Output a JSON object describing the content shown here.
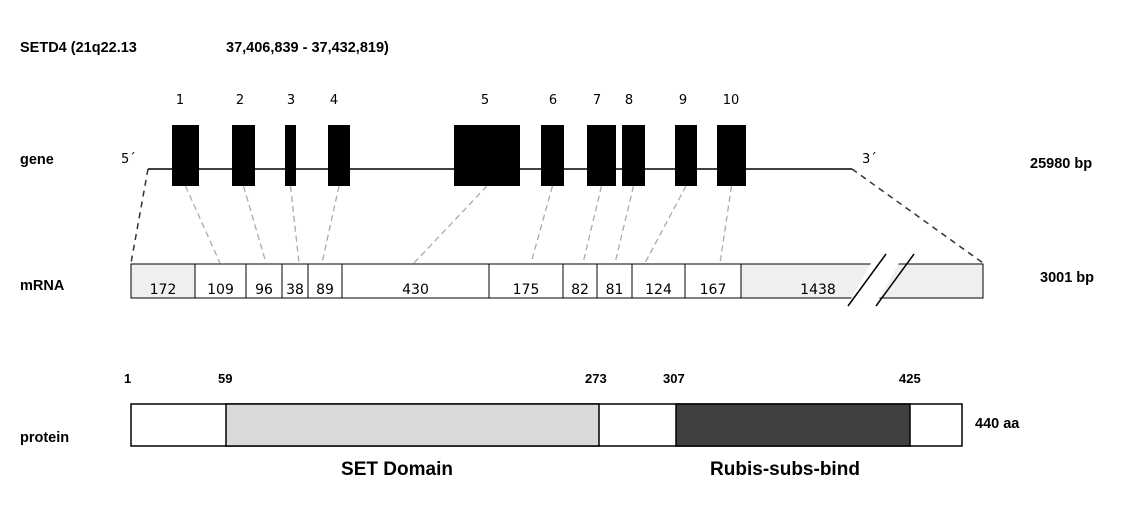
{
  "header": {
    "gene_locus": "SETD4 (21q22.13",
    "coordinates": "37,406,839 - 37,432,819)"
  },
  "row_labels": {
    "gene": "gene",
    "mrna": "mRNA",
    "protein": "protein"
  },
  "gene": {
    "five_prime": "5´",
    "three_prime": "3´",
    "length": "25980 bp",
    "exon_numbers": [
      "1",
      "2",
      "3",
      "4",
      "5",
      "6",
      "7",
      "8",
      "9",
      "10"
    ]
  },
  "mrna": {
    "length": "3001 bp",
    "segments": [
      "172",
      "109",
      "96",
      "38",
      "89",
      "430",
      "175",
      "82",
      "81",
      "124",
      "167",
      "1438"
    ]
  },
  "protein": {
    "length": "440 aa",
    "positions": [
      "1",
      "59",
      "273",
      "307",
      "425"
    ],
    "domains": [
      "SET Domain",
      "Rubis-subs-bind"
    ]
  },
  "colors": {
    "exon": "#000000",
    "utr": "#efefef",
    "set_domain": "#d9d9d9",
    "rubis_domain": "#404040",
    "connector": "#aaaaaa"
  }
}
